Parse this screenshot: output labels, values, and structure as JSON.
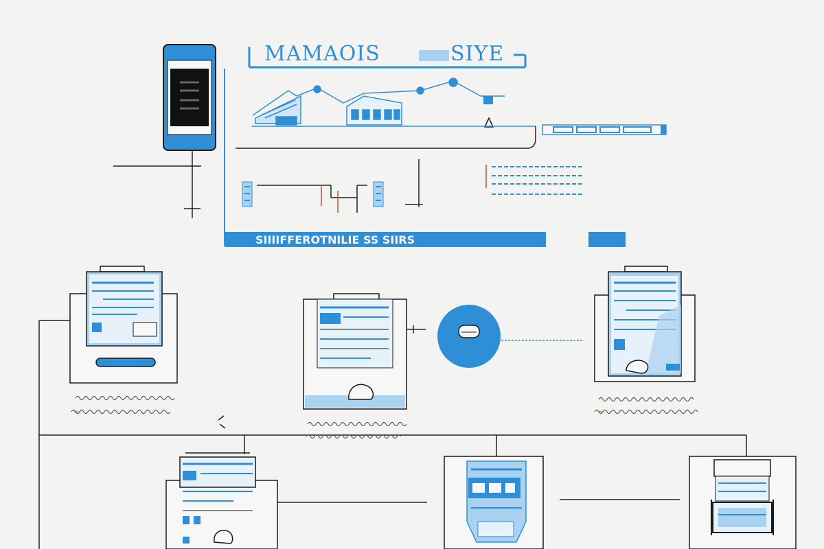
{
  "header": {
    "title_left": "MAMAOIS",
    "title_right": "SIYE"
  },
  "banner": {
    "label": "SIIIIFFEROTNILIE  SS SIIRS"
  },
  "colors": {
    "accent": "#2f8fd6",
    "accent_light": "#a9d2f0",
    "line": "#222222",
    "paper": "#f3f3f2",
    "warn": "#c0503a"
  },
  "icons": {
    "device": "smartphone-icon",
    "hub": "cloud-hub-icon",
    "document": "document-screen-icon",
    "mouse": "mouse-icon"
  }
}
